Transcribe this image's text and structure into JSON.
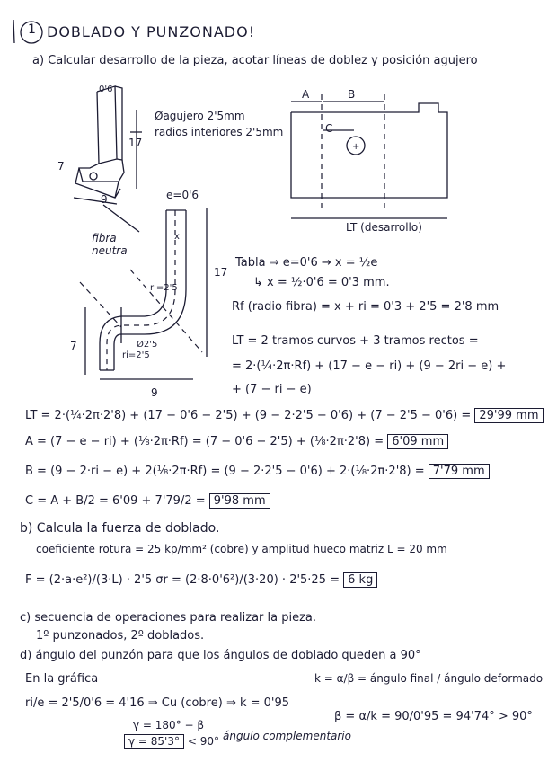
{
  "header": {
    "number": "1",
    "title": "DOBLADO Y PUNZONADO!",
    "a_prompt": "a) Calcular desarrollo de la pieza, acotar líneas de doblez y posición agujero"
  },
  "figure_left": {
    "thickness": "0'6",
    "hole_note": "Øagujero 2'5mm",
    "radius_note": "radios interiores 2'5mm",
    "dim_17": "17",
    "dim_7": "7",
    "dim_9": "9"
  },
  "figure_right": {
    "label_A": "A",
    "label_B": "B",
    "label_C": "C",
    "label_LT": "LT (desarrollo)"
  },
  "figure_profile": {
    "thickness_label": "e=0'6",
    "fibra": "fibra",
    "neutra": "neutra",
    "x_label": "x",
    "ri_top": "ri=2'5",
    "ri_bot": "ri=2'5",
    "d25": "Ø2'5",
    "dim_17": "17",
    "dim_7": "7",
    "dim_9": "9"
  },
  "tabla": {
    "line1": "Tabla ⇒ e=0'6 → x = ½e",
    "line2": "↳ x = ½·0'6 = 0'3 mm.",
    "rf": "Rf (radio fibra) = x + ri = 0'3 + 2'5 = 2'8 mm",
    "lt_def": "LT = 2 tramos curvos + 3 tramos rectos =",
    "lt_formula": "= 2·(¼·2π·Rf) + (17 − e − ri) + (9 − 2ri − e) +",
    "lt_formula2": "+ (7 − ri − e)"
  },
  "calc": {
    "lt_line": "LT = 2·(¼·2π·2'8) + (17 − 0'6 − 2'5) + (9 − 2·2'5 − 0'6) + (7 − 2'5 − 0'6) =",
    "lt_result": "29'99 mm",
    "a_line": "A = (7 − e − ri) + (⅛·2π·Rf) = (7 − 0'6 − 2'5) + (⅛·2π·2'8) =",
    "a_result": "6'09 mm",
    "b_line": "B = (9 − 2·ri − e) + 2(⅛·2π·Rf) = (9 − 2·2'5 − 0'6) + 2·(⅛·2π·2'8) =",
    "b_result": "7'79 mm",
    "c_line": "C = A + B/2 = 6'09 + 7'79/2 =",
    "c_result": "9'98 mm"
  },
  "part_b": {
    "title": "b) Calcula la fuerza de doblado.",
    "coef": "coeficiente rotura = 25 kp/mm² (cobre)   y   amplitud hueco matriz L = 20 mm",
    "formula": "F = (2·a·e²)/(3·L) · 2'5 σr = (2·8·0'6²)/(3·20) · 2'5·25 =",
    "result": "6 kg"
  },
  "part_c": {
    "title": "c) secuencia de operaciones para realizar la pieza.",
    "answer": "1º punzonados, 2º doblados."
  },
  "part_d": {
    "title": "d) ángulo del punzón para que los ángulos de doblado queden a 90°",
    "grafica": "En la gráfica",
    "ratio": "ri/e = 2'5/0'6 = 4'16 ⇒ Cu (cobre) ⇒ k = 0'95",
    "k_formula": "k = α/β = ángulo final / ángulo deformado",
    "beta": "β = α/k = 90/0'95 = 94'74° > 90°",
    "gamma_def": "γ = 180° − β",
    "gamma_result": "γ = 85'3°",
    "lt90": "< 90°",
    "complement": "ángulo complementario"
  }
}
